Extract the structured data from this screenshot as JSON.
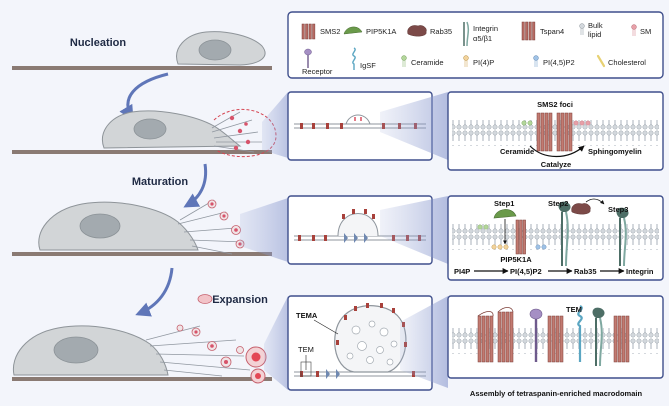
{
  "stages": {
    "nucleation": "Nucleation",
    "maturation": "Maturation",
    "expansion": "Expansion"
  },
  "legend": {
    "sms2": "SMS2",
    "pip5k1a": "PIP5K1A",
    "rab35": "Rab35",
    "integrin": "Integrin",
    "integrin_sub": "α5/β1",
    "tspan4": "Tspan4",
    "bulk_lipid_1": "Bulk",
    "bulk_lipid_2": "lipid",
    "sm": "SM",
    "receptor": "Receptor",
    "igsf": "IgSF",
    "ceramide": "Ceramide",
    "pi4p": "PI(4)P",
    "pi45p2": "PI(4,5)P2",
    "cholesterol": "Cholesterol"
  },
  "panel1": {
    "foci": "SMS2 foci",
    "ceramide": "Ceramide",
    "sphingomyelin": "Sphingomyelin",
    "catalyze": "Catalyze"
  },
  "panel2": {
    "step1": "Step1",
    "step2": "Step2",
    "step3": "Step3",
    "enzyme": "PIP5K1A",
    "pi4p": "PI4P",
    "pi45p2": "PI(4,5)P2",
    "rab35": "Rab35",
    "integrin": "Integrin"
  },
  "panel3": {
    "tema": "TEMA",
    "tem_left": "TEM",
    "tem_right": "TEM",
    "caption": "Assembly of tetraspanin-enriched macrodomain"
  },
  "colors": {
    "tspan": "#a2584f",
    "rab35": "#7c4a48",
    "pip5k1a": "#6a9a4a",
    "integrin": "#4d6e66",
    "frame": "#3f4f8c"
  }
}
